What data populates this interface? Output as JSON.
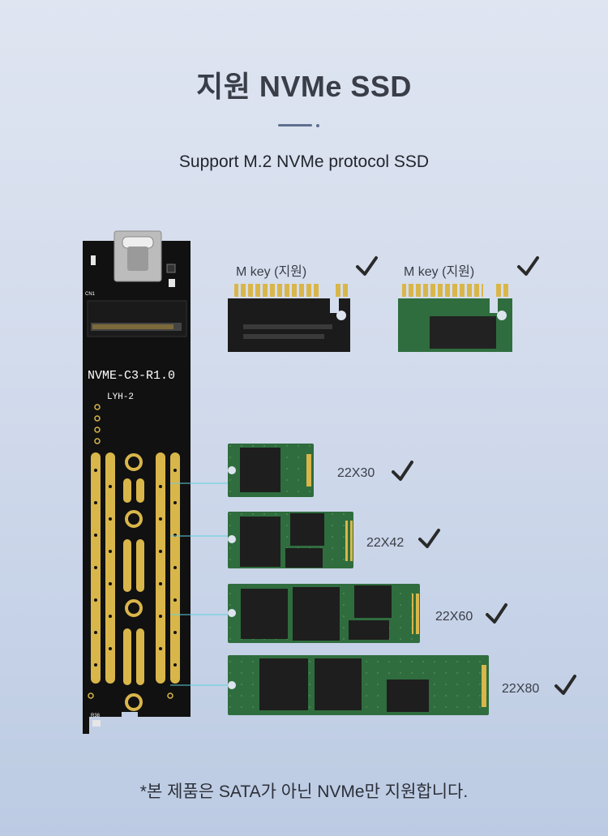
{
  "header": {
    "title": "지원 NVMe SSD",
    "subtitle": "Support M.2 NVMe protocol SSD"
  },
  "board": {
    "model": "NVME-C3-R1.0",
    "version": "LYH-2",
    "port_label": "CN1",
    "resistor_label": "R38"
  },
  "keys": [
    {
      "label": "M key (지원)",
      "check": "check-icon"
    },
    {
      "label": "M key (지원)",
      "check": "check-icon"
    }
  ],
  "sizes": [
    {
      "label": "22X30",
      "check": "check-icon"
    },
    {
      "label": "22X42",
      "check": "check-icon"
    },
    {
      "label": "22X60",
      "check": "check-icon"
    },
    {
      "label": "22X80",
      "check": "check-icon"
    }
  ],
  "footnote": "*본 제품은 SATA가 아닌 NVMe만 지원합니다.",
  "colors": {
    "pcb_black": "#111111",
    "pcb_green": "#2f6d3e",
    "gold": "#d9b64a",
    "leader_line": "#5fd0e0",
    "check": "#2a2a2a"
  }
}
